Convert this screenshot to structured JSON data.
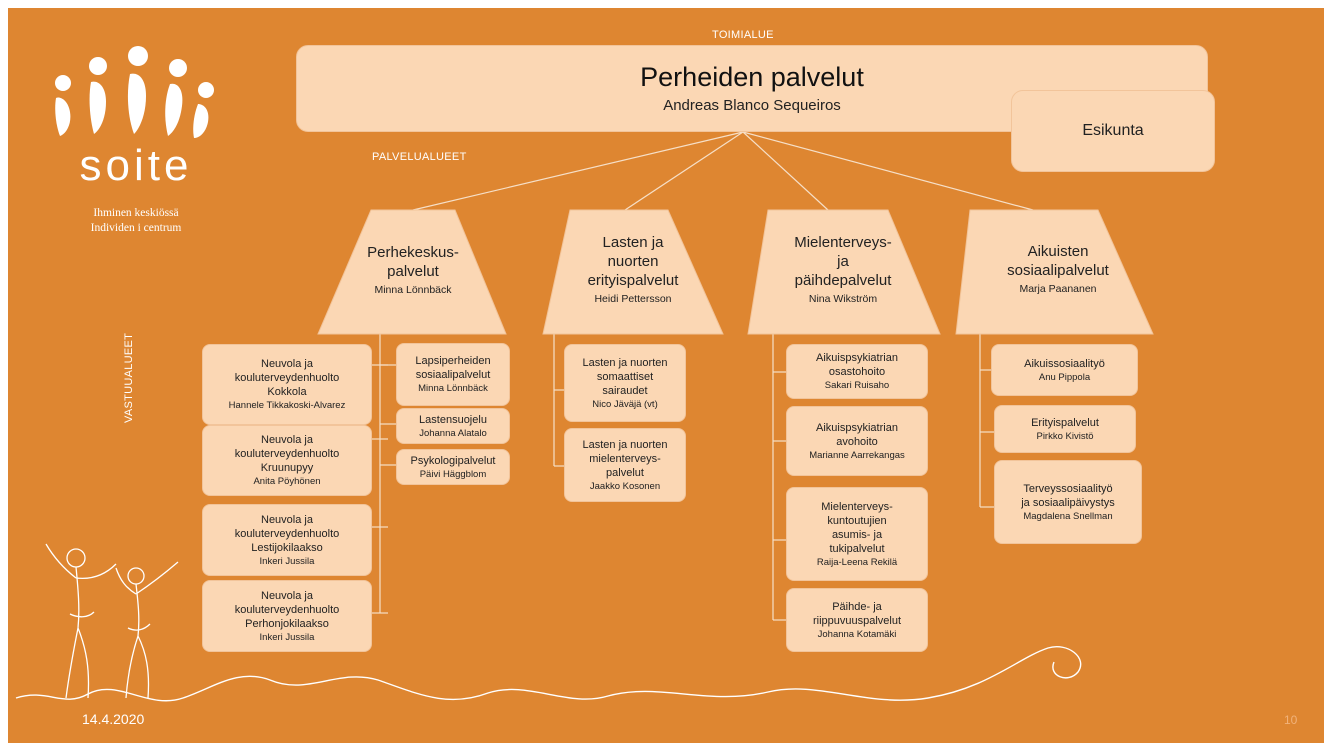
{
  "labels": {
    "toimialue": "TOIMIALUE",
    "palvelualueet": "PALVELUALUEET",
    "vastuualueet": "VASTUUALUEET",
    "date": "14.4.2020",
    "page": "10"
  },
  "logo": {
    "name": "soite",
    "tagline1": "Ihminen keskiössä",
    "tagline2": "Individen i centrum"
  },
  "top": {
    "title": "Perheiden palvelut",
    "person": "Andreas Blanco Sequeiros"
  },
  "esikunta": "Esikunta",
  "areas": [
    {
      "title": [
        "Perhekeskus-",
        "palvelut"
      ],
      "person": "Minna Lönnbäck",
      "left": [
        {
          "title": [
            "Neuvola ja",
            "kouluterveydenhuolto",
            "Kokkola"
          ],
          "person": "Hannele Tikkakoski-Alvarez"
        },
        {
          "title": [
            "Neuvola ja",
            "kouluterveydenhuolto",
            "Kruunupyy"
          ],
          "person": "Anita Pöyhönen"
        },
        {
          "title": [
            "Neuvola ja",
            "kouluterveydenhuolto",
            "Lestijokilaakso"
          ],
          "person": "Inkeri Jussila"
        },
        {
          "title": [
            "Neuvola ja",
            "kouluterveydenhuolto",
            "Perhonjokilaakso"
          ],
          "person": "Inkeri Jussila"
        }
      ],
      "right": [
        {
          "title": [
            "Lapsiperheiden",
            "sosiaalipalvelut"
          ],
          "person": "Minna Lönnbäck"
        },
        {
          "title": [
            "Lastensuojelu"
          ],
          "person": "Johanna Alatalo"
        },
        {
          "title": [
            "Psykologipalvelut"
          ],
          "person": "Päivi Häggblom"
        }
      ]
    },
    {
      "title": [
        "Lasten ja",
        "nuorten",
        "erityispalvelut"
      ],
      "person": "Heidi Pettersson",
      "units": [
        {
          "title": [
            "Lasten ja nuorten",
            "somaattiset",
            "sairaudet"
          ],
          "person": "Nico Jäväjä (vt)"
        },
        {
          "title": [
            "Lasten ja nuorten",
            "mielenterveys-",
            "palvelut"
          ],
          "person": "Jaakko Kosonen"
        }
      ]
    },
    {
      "title": [
        "Mielenterveys-",
        "ja",
        "päihdepalvelut"
      ],
      "person": "Nina Wikström",
      "units": [
        {
          "title": [
            "Aikuispsykiatrian",
            "osastohoito"
          ],
          "person": "Sakari Ruisaho"
        },
        {
          "title": [
            "Aikuispsykiatrian",
            "avohoito"
          ],
          "person": "Marianne Aarrekangas"
        },
        {
          "title": [
            "Mielenterveys-",
            "kuntoutujien",
            "asumis- ja",
            "tukipalvelut"
          ],
          "person": "Raija-Leena Rekilä"
        },
        {
          "title": [
            "Päihde- ja",
            "riippuvuuspalvelut"
          ],
          "person": "Johanna Kotamäki"
        }
      ]
    },
    {
      "title": [
        "Aikuisten",
        "sosiaalipalvelut"
      ],
      "person": "Marja Paananen",
      "units": [
        {
          "title": [
            "Aikuissosiaalityö"
          ],
          "person": "Anu Pippola"
        },
        {
          "title": [
            "Erityispalvelut"
          ],
          "person": "Pirkko Kivistö"
        },
        {
          "title": [
            "Terveyssosiaalityö",
            "ja sosiaalipäivystys"
          ],
          "person": "Magdalena Snellman"
        }
      ]
    }
  ],
  "colors": {
    "background": "#de8631",
    "box_fill": "#fbd7b4",
    "line": "#f6dfc7",
    "text": "#222222"
  }
}
